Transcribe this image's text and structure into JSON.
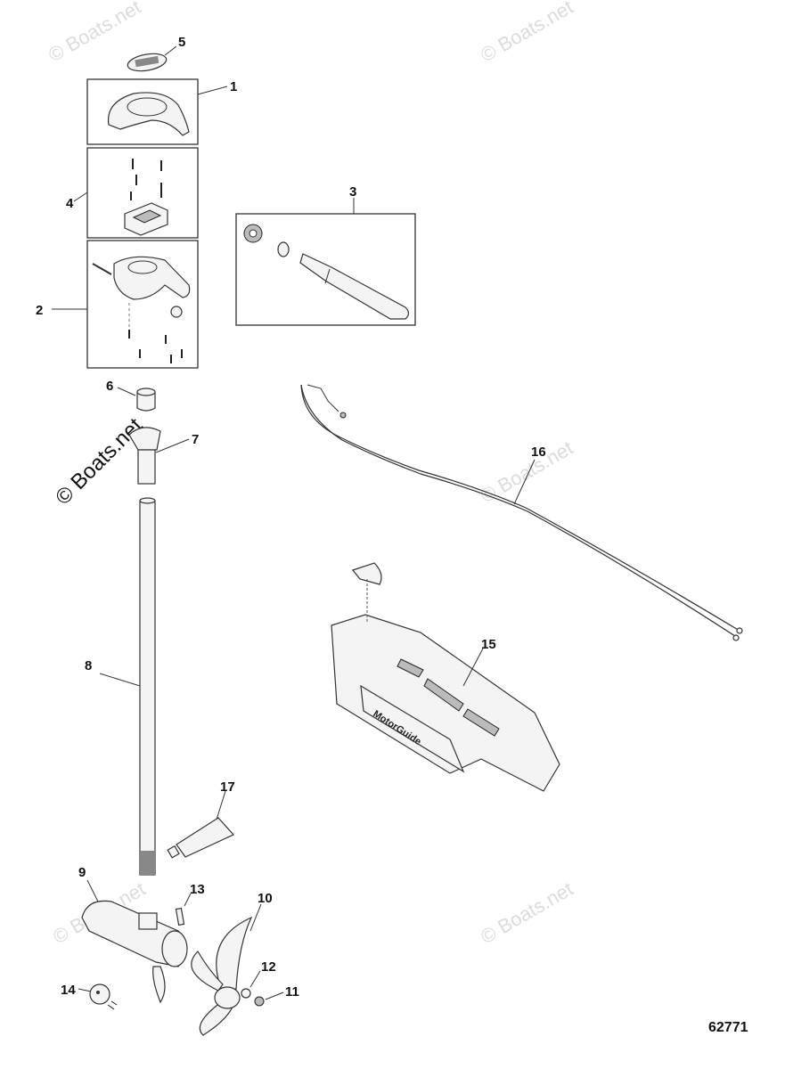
{
  "diagram": {
    "figure_number": "62771",
    "watermark": "© Boats.net",
    "callouts": {
      "c1": "1",
      "c2": "2",
      "c3": "3",
      "c4": "4",
      "c5": "5",
      "c6": "6",
      "c7": "7",
      "c8": "8",
      "c9": "9",
      "c10": "10",
      "c11": "11",
      "c12": "12",
      "c13": "13",
      "c14": "14",
      "c15": "15",
      "c16": "16",
      "c17": "17"
    },
    "bracket_label": "MotorGuide"
  }
}
